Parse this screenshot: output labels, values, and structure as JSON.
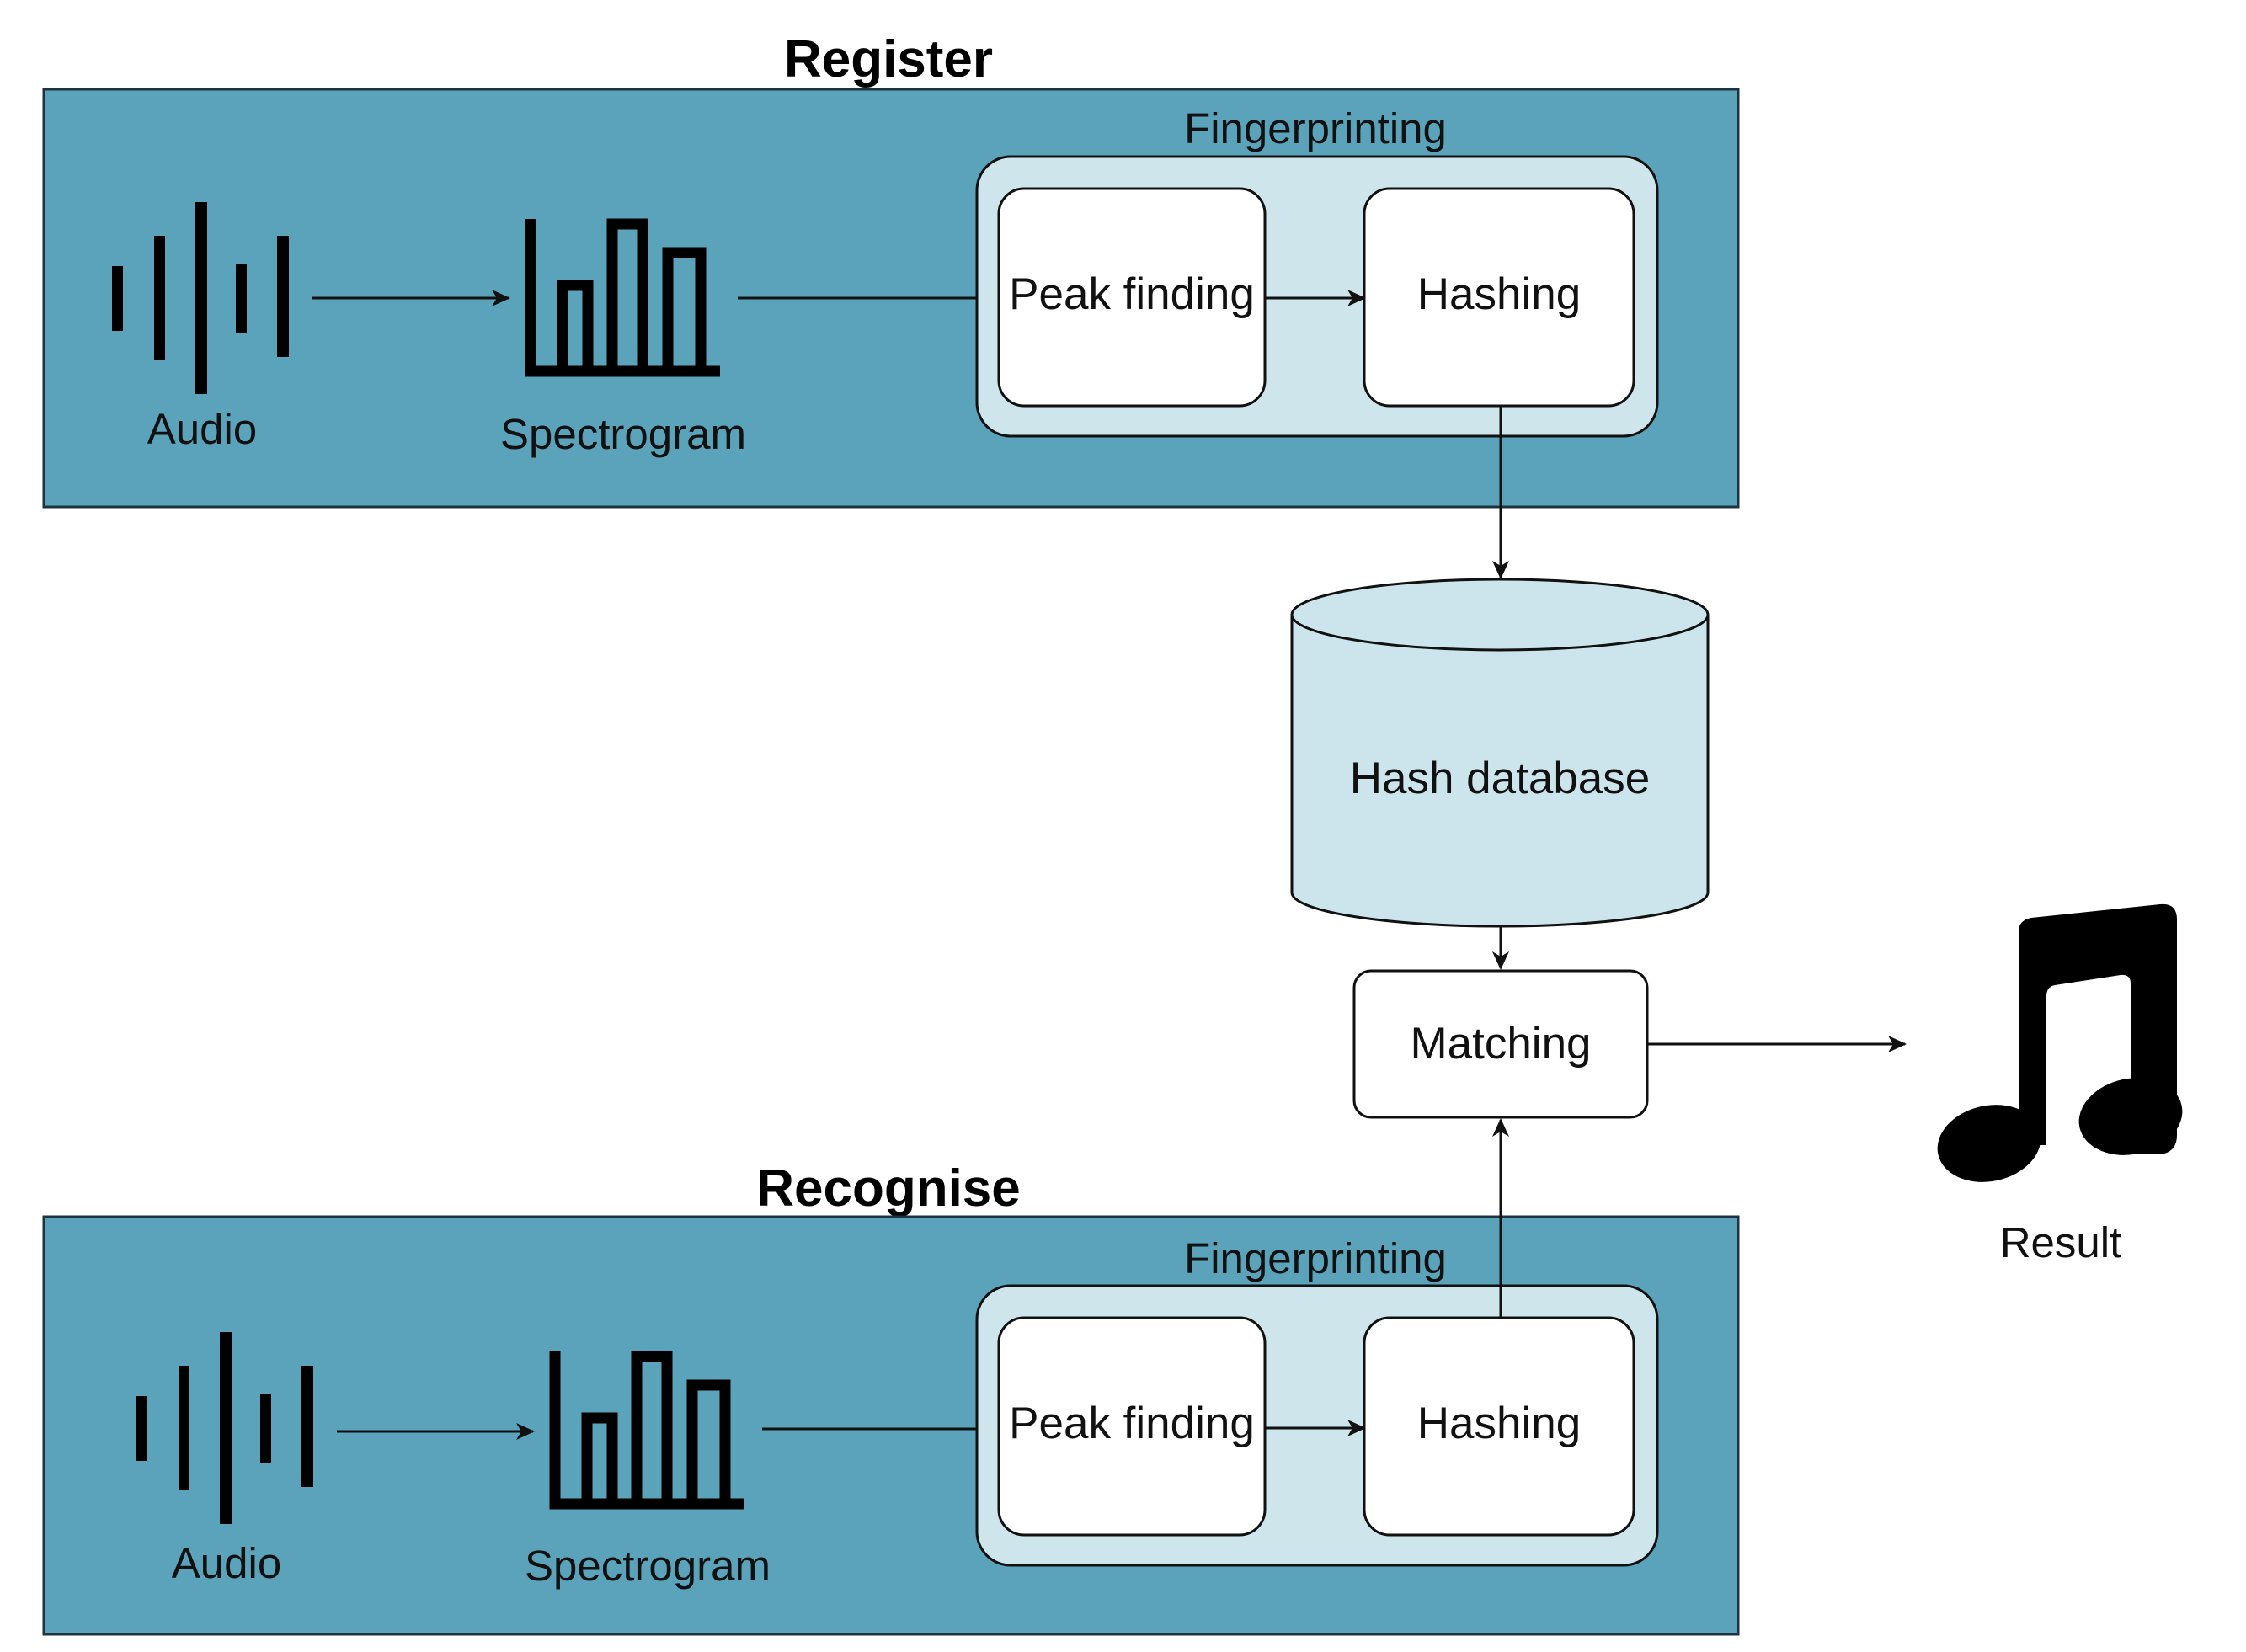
{
  "colors": {
    "panel": "#5ba3ba",
    "panel_border": "#1d3440",
    "inner_group": "#cfe5ec",
    "database": "#cce4ec",
    "node_fill": "#ffffff",
    "stroke": "#111111"
  },
  "register": {
    "title": "Register",
    "audio_label": "Audio",
    "spectrogram_label": "Spectrogram",
    "fingerprinting_label": "Fingerprinting",
    "peak_finding_label": "Peak finding",
    "hashing_label": "Hashing"
  },
  "recognise": {
    "title": "Recognise",
    "audio_label": "Audio",
    "spectrogram_label": "Spectrogram",
    "fingerprinting_label": "Fingerprinting",
    "peak_finding_label": "Peak finding",
    "hashing_label": "Hashing"
  },
  "database": {
    "label": "Hash database"
  },
  "matching": {
    "label": "Matching"
  },
  "result": {
    "label": "Result",
    "icon": "music-note-icon"
  }
}
